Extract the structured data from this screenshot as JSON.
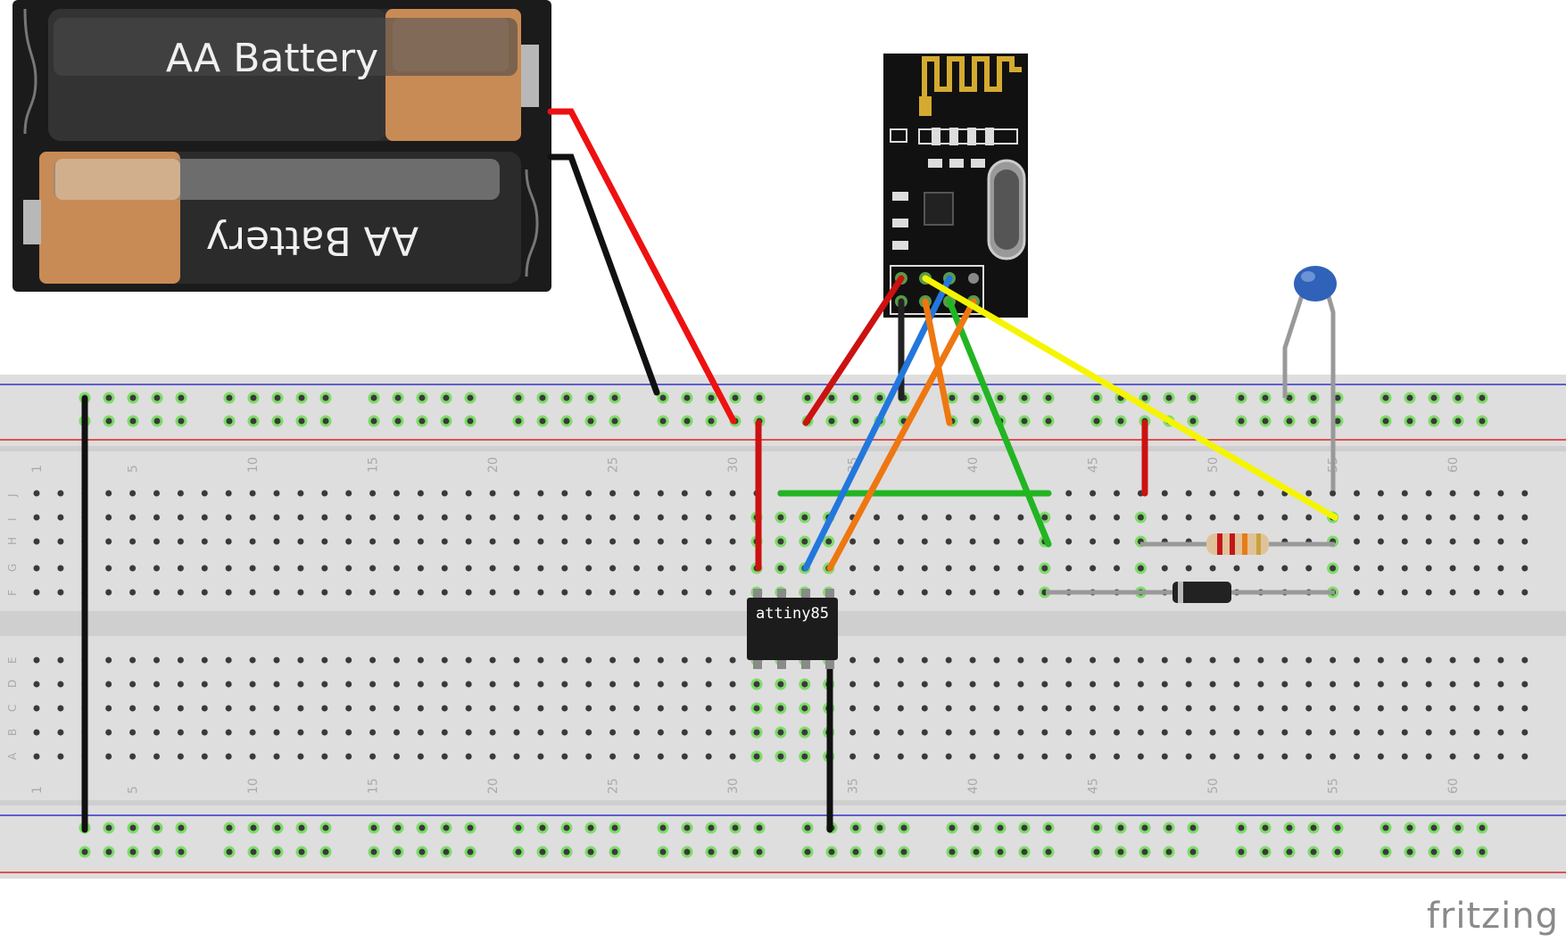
{
  "battery": {
    "label_top": "AA Battery",
    "label_bottom": "AA Battery"
  },
  "chip": {
    "label": "attiny85"
  },
  "breadboard": {
    "column_numbers": [
      "1",
      "5",
      "10",
      "15",
      "20",
      "25",
      "30",
      "35",
      "40",
      "45",
      "50",
      "55",
      "60"
    ],
    "row_letters_top": [
      "J",
      "I",
      "H",
      "G",
      "F"
    ],
    "row_letters_bottom": [
      "E",
      "D",
      "C",
      "B",
      "A"
    ]
  },
  "brand": {
    "logo_text": "fritzing"
  },
  "colors": {
    "board": "#dcdcdc",
    "rail_red": "#d22",
    "rail_blue": "#33c",
    "wire_red": "#c81010",
    "wire_black": "#1a1a1a",
    "wire_green": "#22b522",
    "wire_blue": "#2277dd",
    "wire_orange": "#ee7711",
    "wire_yellow": "#f5f500",
    "module_black": "#111111",
    "antenna_gold": "#d4aa30",
    "capacitor_blue": "#2f62b8"
  }
}
